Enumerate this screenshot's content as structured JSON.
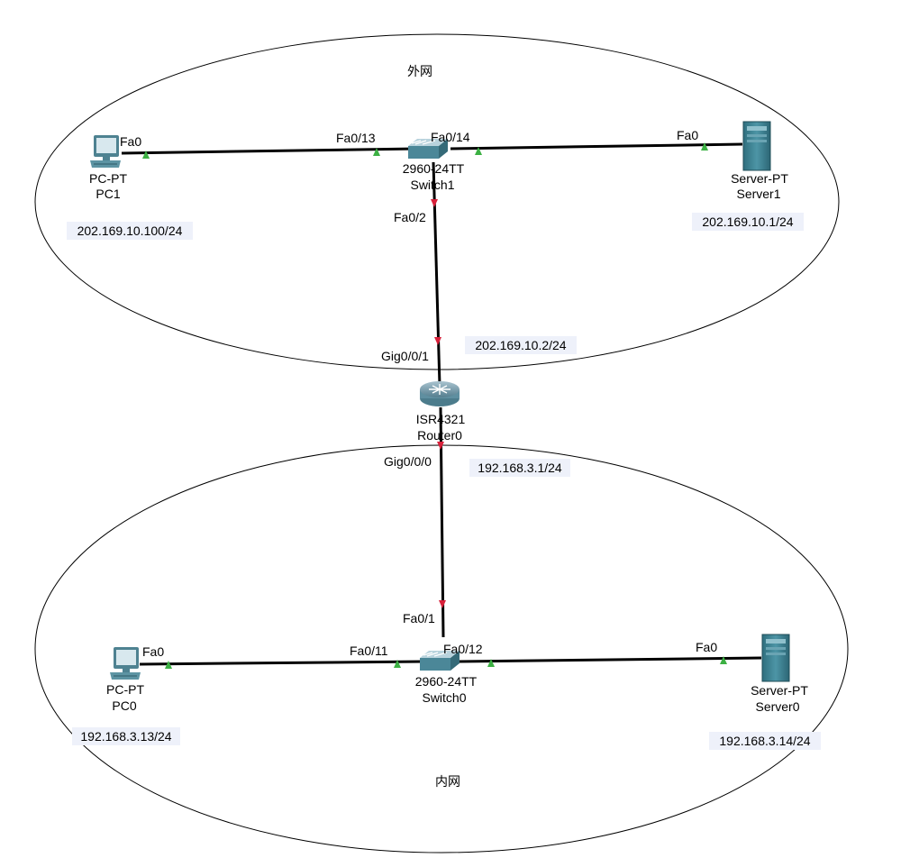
{
  "zones": {
    "outer": {
      "label": "外网"
    },
    "inner": {
      "label": "内网"
    }
  },
  "devices": {
    "pc1": {
      "model": "PC-PT",
      "name": "PC1",
      "ip": "202.169.10.100/24"
    },
    "switch1": {
      "model": "2960-24TT",
      "name": "Switch1"
    },
    "server1": {
      "model": "Server-PT",
      "name": "Server1",
      "ip": "202.169.10.1/24"
    },
    "router0": {
      "model": "ISR4321",
      "name": "Router0",
      "ip_outer": "202.169.10.2/24",
      "ip_inner": "192.168.3.1/24"
    },
    "pc0": {
      "model": "PC-PT",
      "name": "PC0",
      "ip": "192.168.3.13/24"
    },
    "switch0": {
      "model": "2960-24TT",
      "name": "Switch0"
    },
    "server0": {
      "model": "Server-PT",
      "name": "Server0",
      "ip": "192.168.3.14/24"
    }
  },
  "ports": {
    "pc1_fa0": "Fa0",
    "sw1_fa0_13": "Fa0/13",
    "sw1_fa0_14": "Fa0/14",
    "server1_fa0": "Fa0",
    "sw1_fa0_2": "Fa0/2",
    "router_gig0_0_1": "Gig0/0/1",
    "router_gig0_0_0": "Gig0/0/0",
    "sw0_fa0_1": "Fa0/1",
    "pc0_fa0": "Fa0",
    "sw0_fa0_11": "Fa0/11",
    "sw0_fa0_12": "Fa0/12",
    "server0_fa0": "Fa0"
  },
  "colors": {
    "link": "#000000",
    "link_up": "#3cb043",
    "link_down": "#d8203a",
    "ip_label_bg": "#eef1fa"
  }
}
